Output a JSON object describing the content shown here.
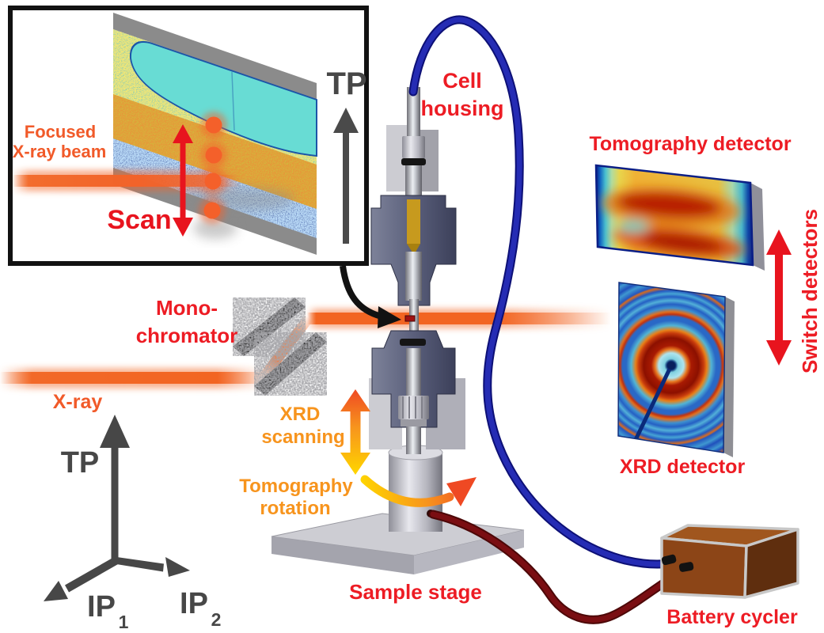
{
  "inset": {
    "tp_label": "TP",
    "focused_beam_line1": "Focused",
    "focused_beam_line2": "X-ray beam",
    "scan_label": "Scan"
  },
  "labels": {
    "cell_housing_line1": "Cell",
    "cell_housing_line2": "housing",
    "tomography_detector": "Tomography detector",
    "switch_detectors": "Switch detectors",
    "xrd_detector": "XRD detector",
    "monochromator_line1": "Mono-",
    "monochromator_line2": "chromator",
    "xray": "X-ray",
    "xrd_scanning_line1": "XRD",
    "xrd_scanning_line2": "scanning",
    "tomography_rotation_line1": "Tomography",
    "tomography_rotation_line2": "rotation",
    "sample_stage": "Sample stage",
    "battery_cycler": "Battery cycler"
  },
  "axes": {
    "tp": "TP",
    "ip": "IP",
    "ip1_sub": "1",
    "ip2_sub": "2"
  },
  "colors": {
    "red_label": "#ed1c24",
    "orange_label": "#f7941d",
    "beam_label": "#f15a29",
    "beam_orange": "#f26522",
    "arrow_gray": "#474747",
    "cable_blue": "#252cb4",
    "cable_dark_red": "#7a0e12",
    "battery_brown": "#8c4517",
    "housing_gray_blue": "#5a5f7b"
  }
}
